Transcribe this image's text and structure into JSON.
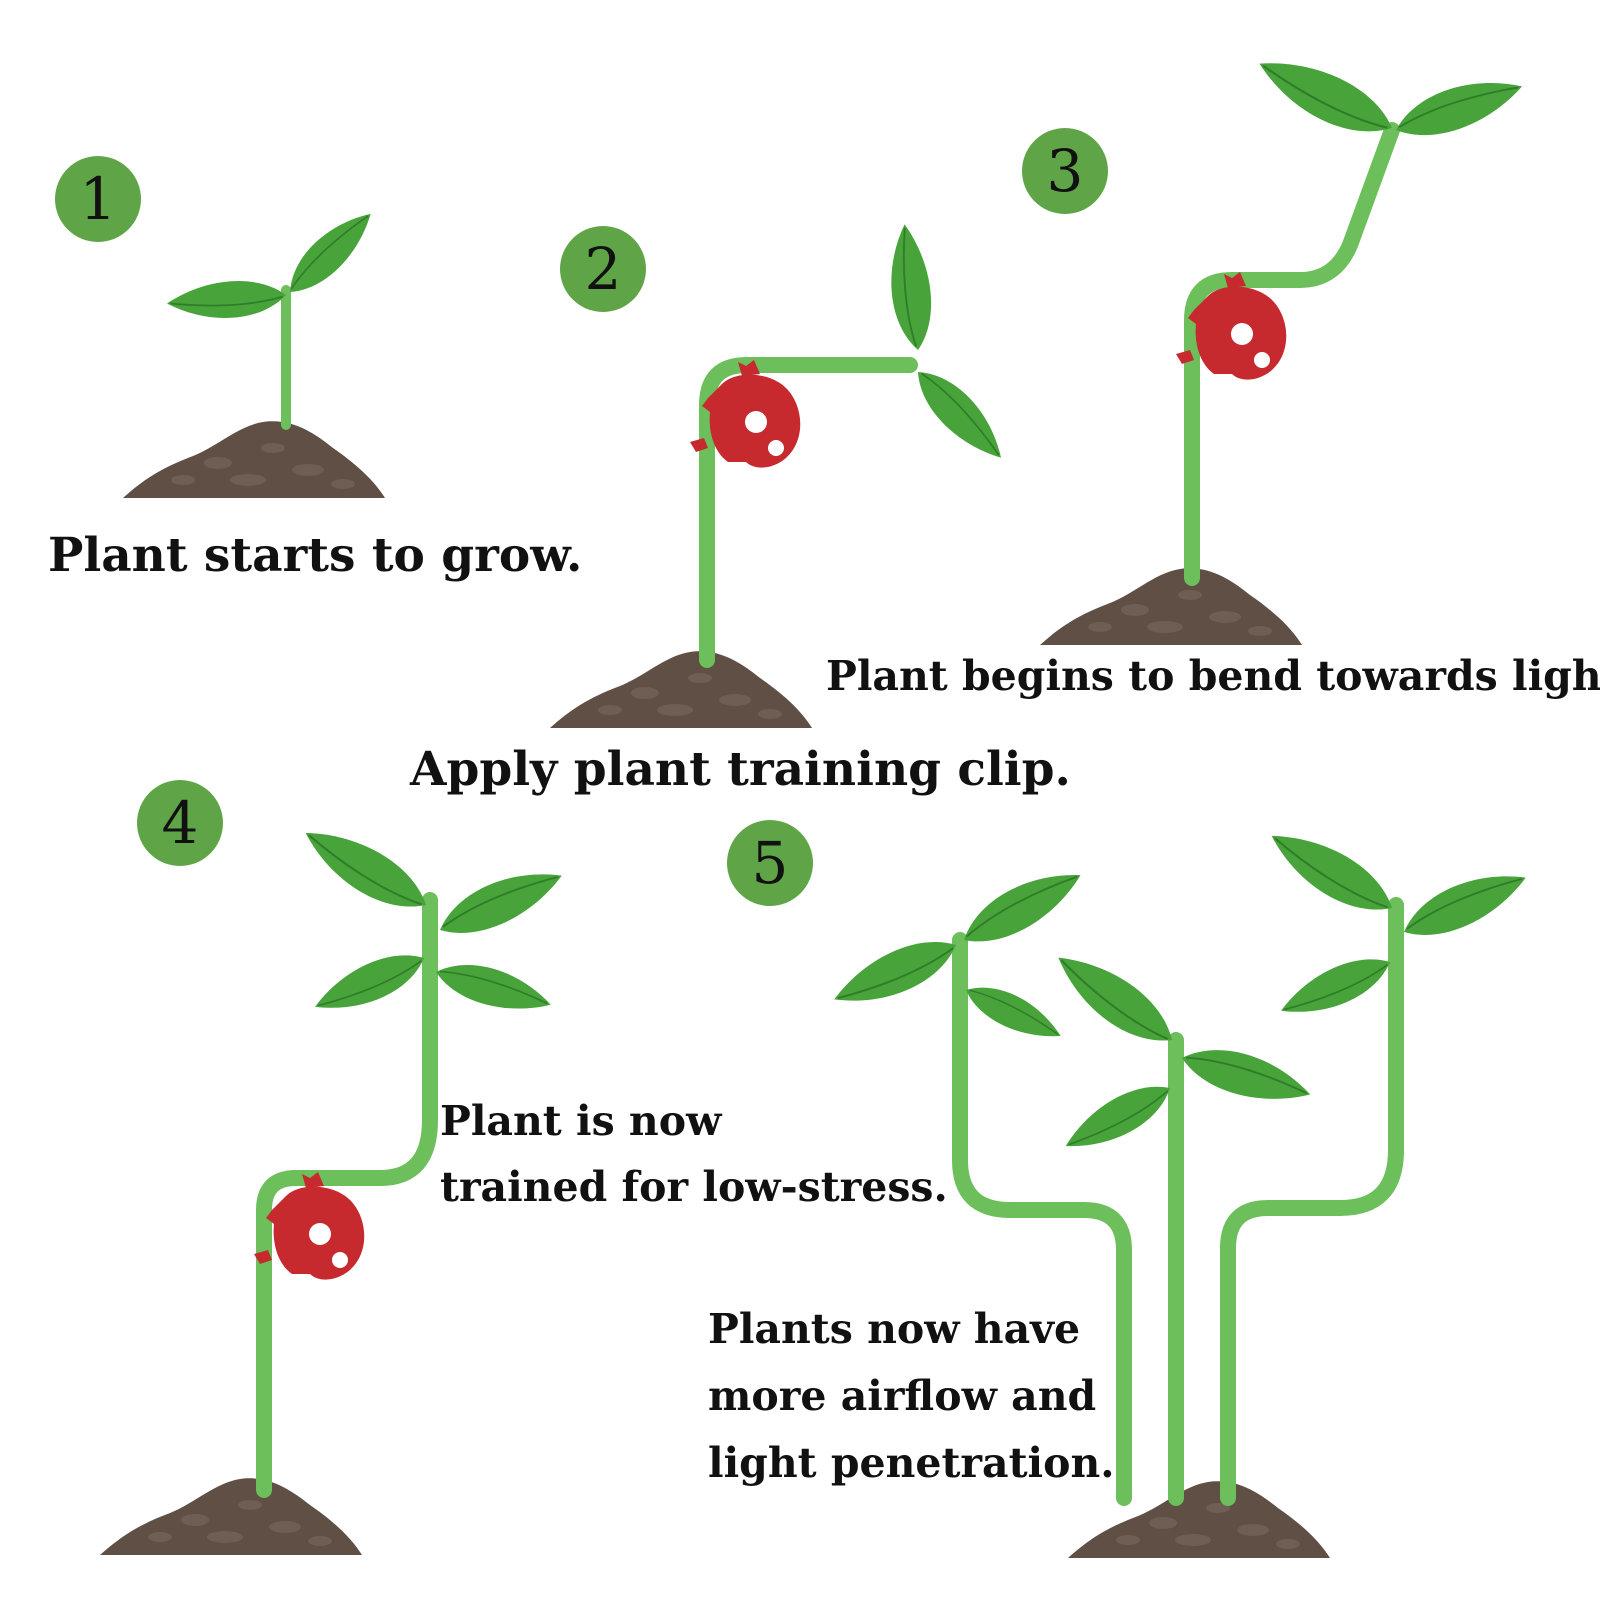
{
  "steps": [
    {
      "number": "1",
      "caption": [
        "Plant starts to grow."
      ]
    },
    {
      "number": "2",
      "caption": [
        "Apply plant training clip."
      ]
    },
    {
      "number": "3",
      "caption": [
        "Plant begins to bend towards light."
      ]
    },
    {
      "number": "4",
      "caption": [
        "Plant is now",
        "trained for low-stress."
      ]
    },
    {
      "number": "5",
      "caption": [
        "Plants now have",
        "more airflow and",
        "light penetration."
      ]
    }
  ],
  "colors": {
    "badge": "#5fa547",
    "stem": "#6cbf5b",
    "leaf": "#47a33a",
    "soil": "#5f4f45",
    "clip": "#c62a2f"
  },
  "icons": [
    "seedling-icon",
    "soil-mound-icon",
    "training-clip-icon",
    "leaf-icon"
  ]
}
